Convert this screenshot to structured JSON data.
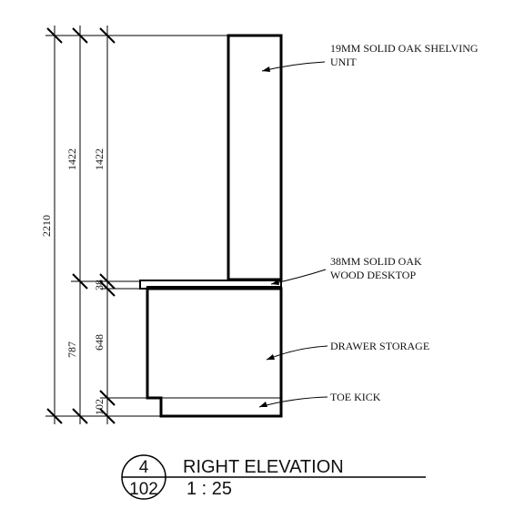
{
  "dimensions": {
    "overall": "2210",
    "lower_total": "787",
    "upper_a": "1422",
    "upper_b": "1422",
    "desktop": "38",
    "drawer": "648",
    "toe": "102"
  },
  "notes": {
    "shelving_line1": "19MM SOLID OAK SHELVING",
    "shelving_line2": "UNIT",
    "desktop_line1": "38MM SOLID OAK",
    "desktop_line2": "WOOD DESKTOP",
    "drawer": "DRAWER STORAGE",
    "toe": "TOE KICK"
  },
  "title_block": {
    "detail_number": "4",
    "sheet_number": "102",
    "title": "RIGHT ELEVATION",
    "scale": "1 : 25"
  }
}
